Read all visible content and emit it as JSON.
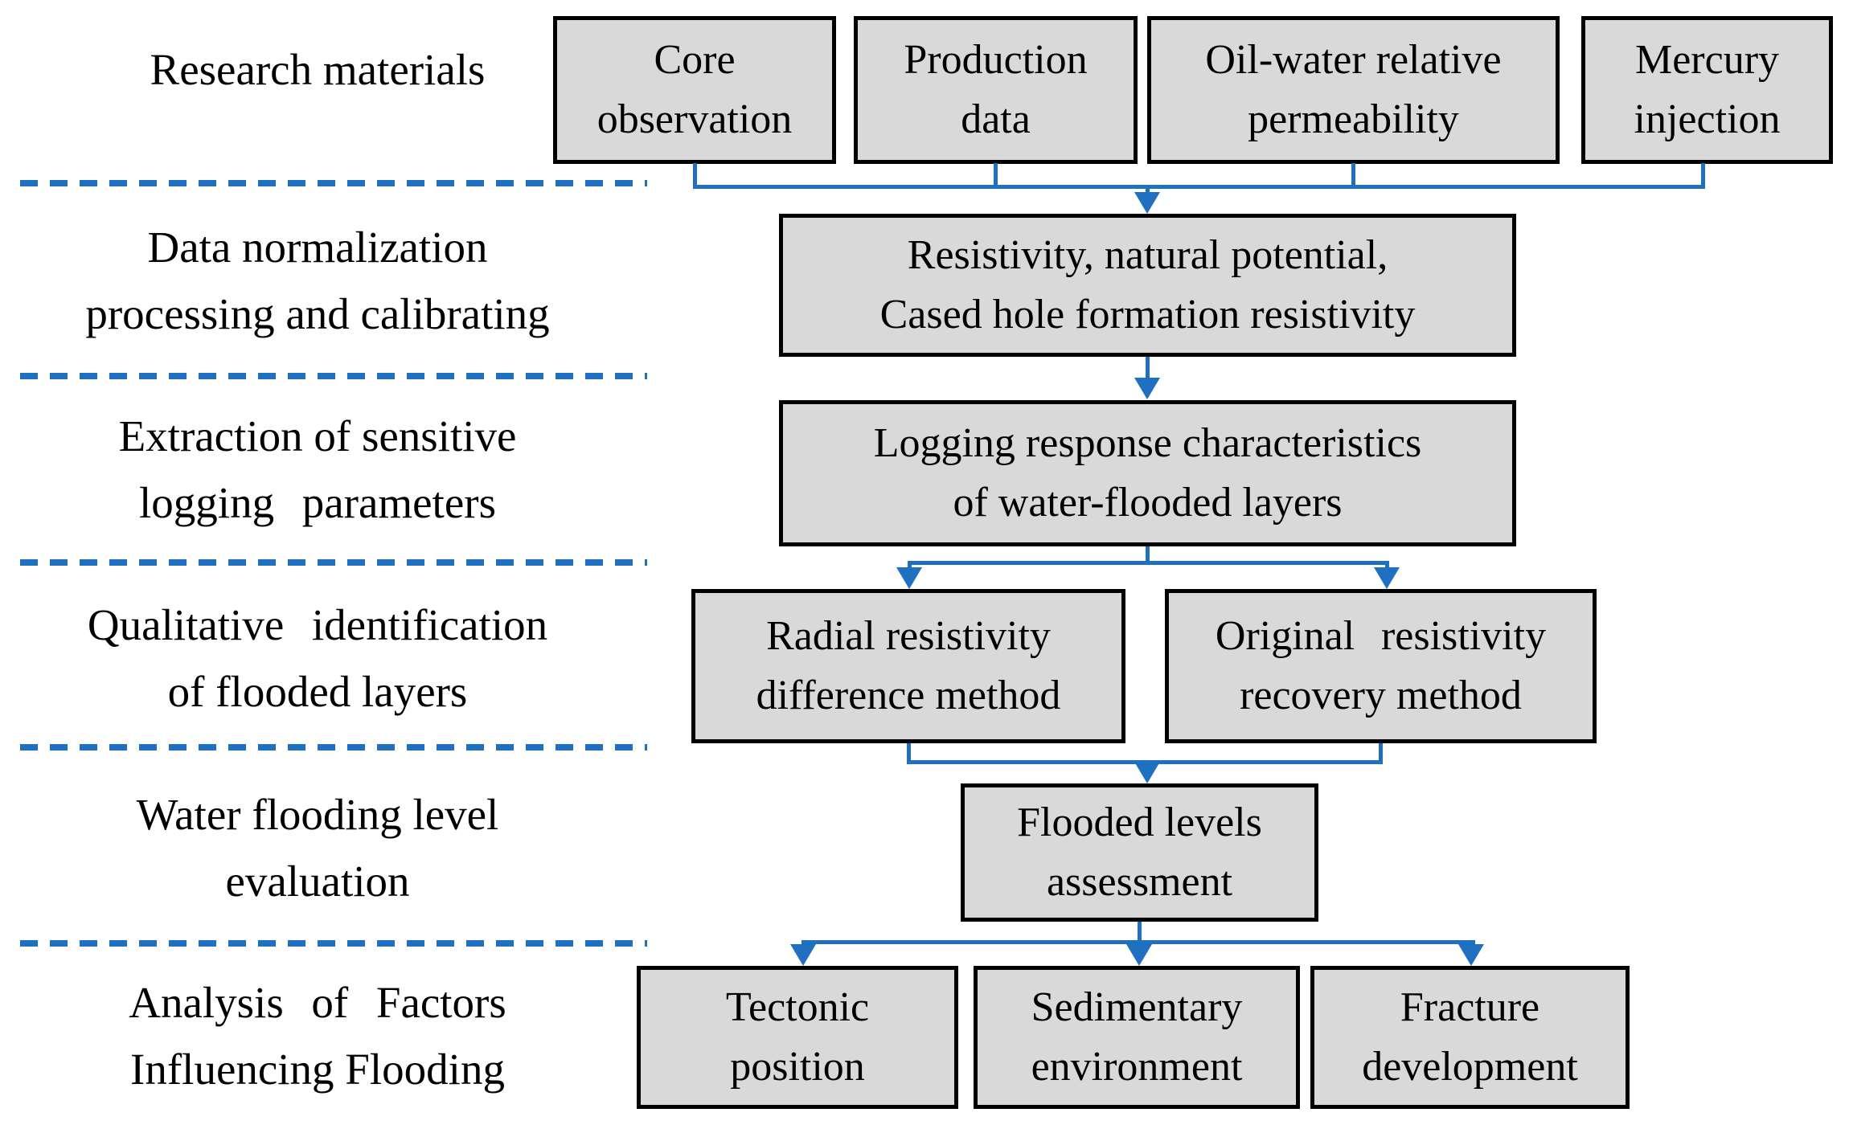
{
  "figure": {
    "title": "Water-flooded layer evaluation workflow flowchart"
  },
  "colors": {
    "accent": "#1F70C1",
    "box_fill": "#D9D9D9",
    "box_border": "#000000"
  },
  "left_labels": {
    "research_materials": {
      "line1": "Research materials"
    },
    "data_normalization": {
      "line1": "Data normalization",
      "line2": "processing and calibrating"
    },
    "extraction": {
      "line1": "Extraction of sensitive",
      "line2": "logging parameters"
    },
    "qualitative": {
      "line1": "Qualitative identification",
      "line2": "of flooded layers"
    },
    "water_flooding": {
      "line1": "Water flooding level",
      "line2": "evaluation"
    },
    "analysis": {
      "line1": "Analysis of Factors",
      "line2": "Influencing Flooding"
    }
  },
  "boxes": {
    "core_observation": {
      "line1": "Core",
      "line2": "observation"
    },
    "production_data": {
      "line1": "Production",
      "line2": "data"
    },
    "oil_water": {
      "line1": "Oil-water relative",
      "line2": "permeability"
    },
    "mercury": {
      "line1": "Mercury",
      "line2": "injection"
    },
    "resistivity": {
      "line1": "Resistivity, natural potential,",
      "line2": "Cased hole formation resistivity"
    },
    "logging_response": {
      "line1": "Logging response characteristics",
      "line2": "of water-flooded layers"
    },
    "radial": {
      "line1": "Radial resistivity",
      "line2": "difference method"
    },
    "original": {
      "line1": "Original resistivity",
      "line2": "recovery method"
    },
    "flooded_levels": {
      "line1": "Flooded levels",
      "line2": "assessment"
    },
    "tectonic": {
      "line1": "Tectonic",
      "line2": "position"
    },
    "sedimentary": {
      "line1": "Sedimentary",
      "line2": "environment"
    },
    "fracture": {
      "line1": "Fracture",
      "line2": "development"
    }
  }
}
